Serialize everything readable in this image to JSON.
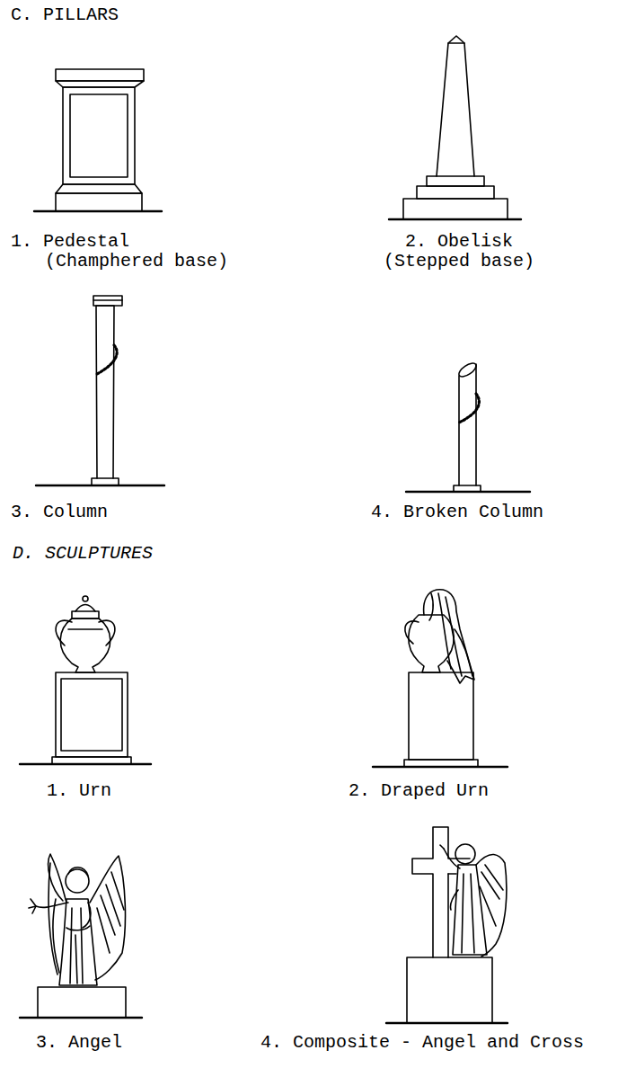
{
  "diagram": {
    "labels": [
      "C. PILLARS",
      "1. Pedestal",
      "(Champhered base)",
      "2. Obelisk",
      "(Stepped base)",
      "3. Column",
      "4. Broken Column",
      "D. SCULPTURES",
      "1. Urn",
      "2. Draped Urn",
      "3. Angel",
      "4. Composite - Angel and Cross"
    ]
  }
}
